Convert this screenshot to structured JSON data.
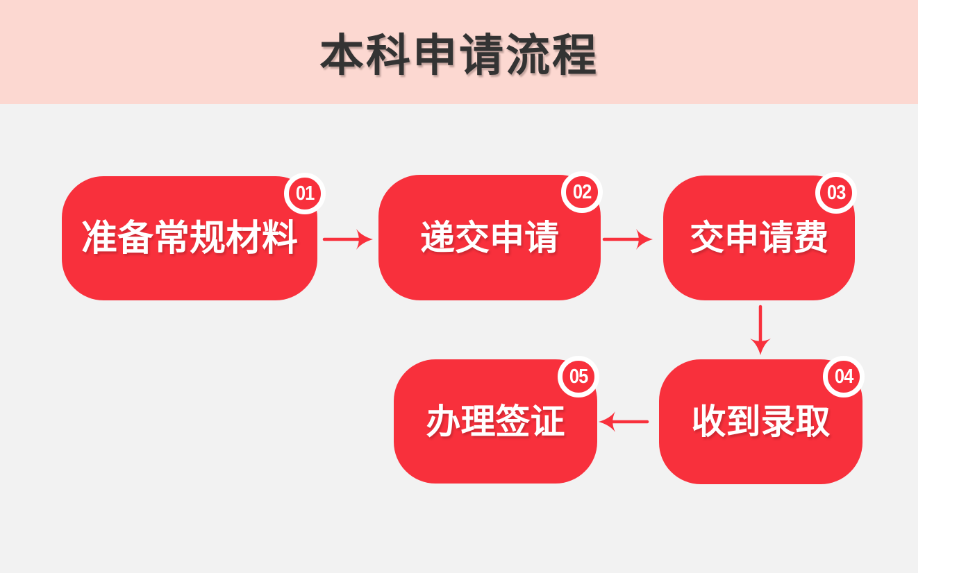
{
  "title": "本科申请流程",
  "steps": [
    {
      "number": "01",
      "label": "准备常规材料"
    },
    {
      "number": "02",
      "label": "递交申请"
    },
    {
      "number": "03",
      "label": "交申请费"
    },
    {
      "number": "04",
      "label": "收到录取"
    },
    {
      "number": "05",
      "label": "办理签证"
    }
  ],
  "flow_order": "01 → 02 → 03 → 04 → 05",
  "colors": {
    "accent_red": "#F8303C",
    "header_pink": "#FCD8D1",
    "body_background": "#F2F2F2",
    "title_text": "#333333",
    "box_text": "#FFFFFF"
  },
  "icons": {
    "arrow_1": "right-arrow",
    "arrow_2": "right-arrow",
    "arrow_3": "down-arrow",
    "arrow_4": "left-arrow"
  }
}
